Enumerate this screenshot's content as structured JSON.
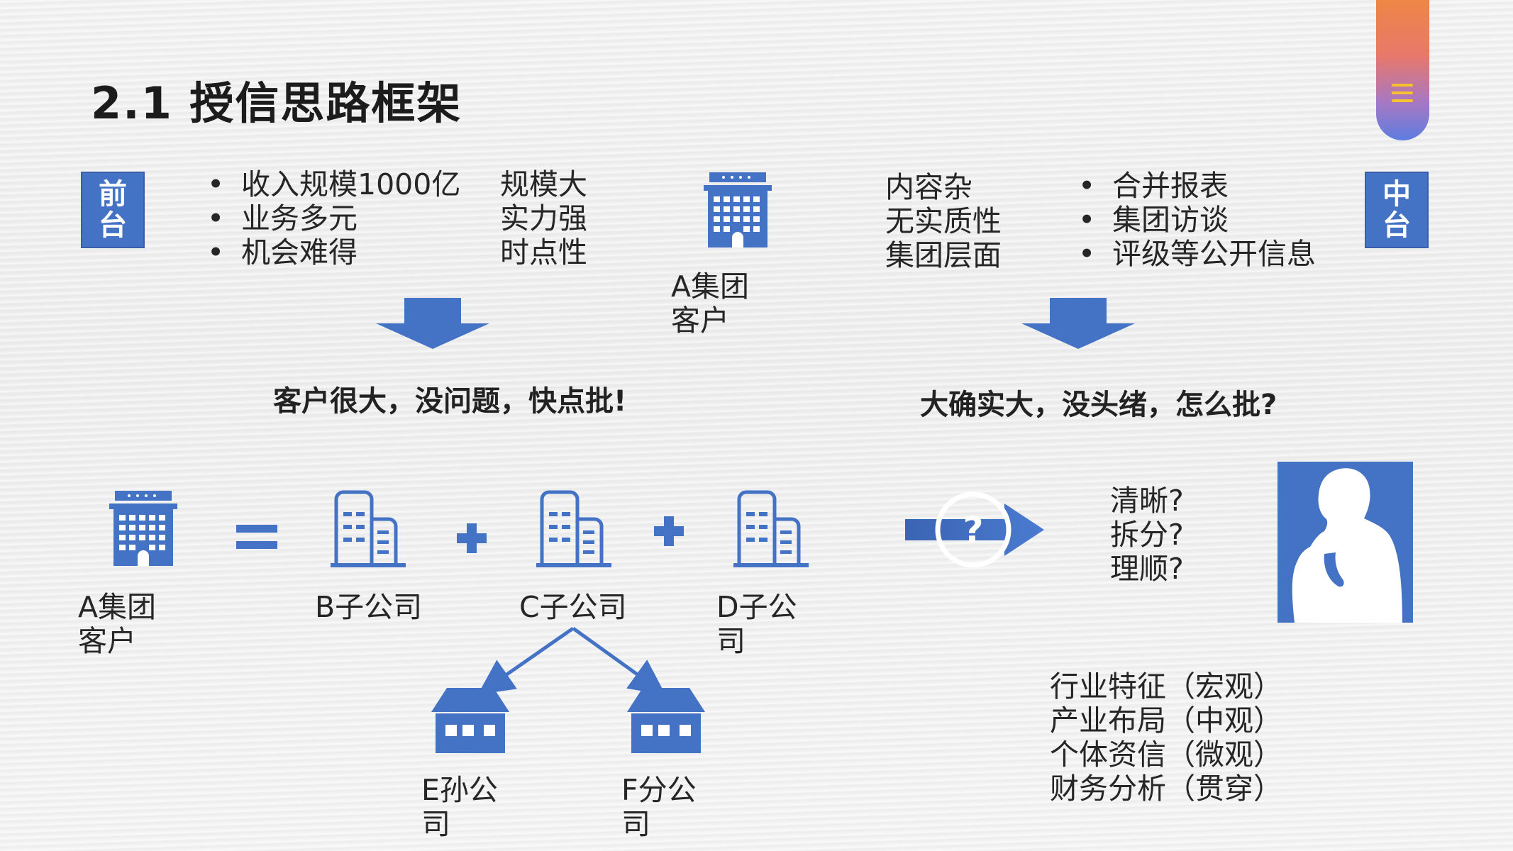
{
  "title": "2.1  授信思路框架",
  "tab_icon": "menu-icon",
  "left_label": "前台",
  "right_label": "中台",
  "left_bullets": [
    "收入规模1000亿",
    "业务多元",
    "机会难得"
  ],
  "left_traits": [
    "规模大",
    "实力强",
    "时点性"
  ],
  "center_client": "A集团客户",
  "right_traits": [
    "内容杂",
    "无实质性",
    "集团层面"
  ],
  "right_bullets": [
    "合并报表",
    "集团访谈",
    "评级等公开信息"
  ],
  "left_conclusion": "客户很大，没问题，快点批!",
  "right_conclusion": "大确实大，没头绪，怎么批?",
  "group": {
    "parent": "A集团客户",
    "b": "B子公司",
    "c": "C子公司",
    "d": "D子公司",
    "e": "E孙公司",
    "f": "F分公司"
  },
  "questions": [
    "清晰?",
    "拆分?",
    "理顺?"
  ],
  "analysis": [
    "行业特征（宏观）",
    "产业布局（中观）",
    "个体资信（微观）",
    "财务分析（贯穿）"
  ],
  "colors": {
    "accent": "#4472c4",
    "text": "#262626"
  }
}
